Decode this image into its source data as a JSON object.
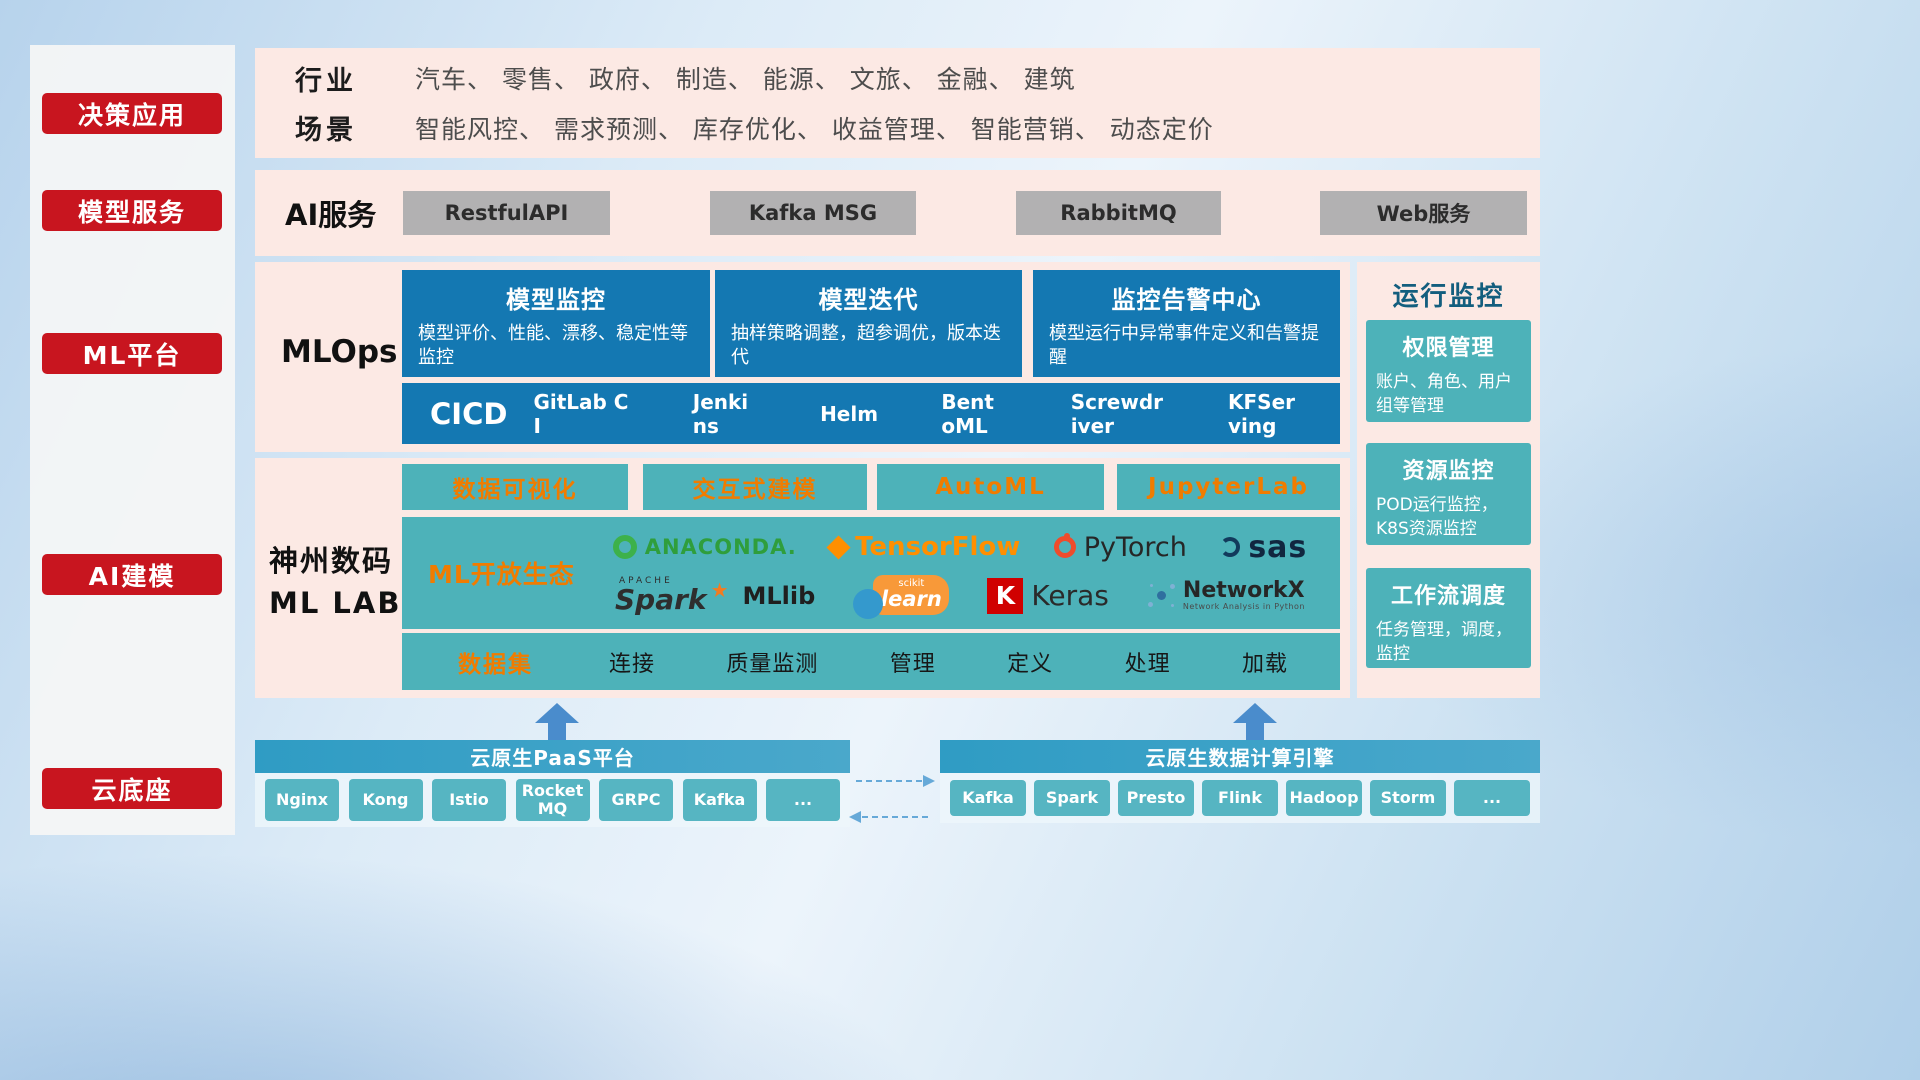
{
  "colors": {
    "accent_red": "#c8151f",
    "panel_pink": "#fce9e4",
    "card_blue": "#1478b2",
    "teal": "#4db2b9",
    "orange": "#f07c00",
    "bar_blue": "#3a9fc6",
    "chip_teal": "#56b5c2",
    "gray_button": "#b2b1b2"
  },
  "sidebar": {
    "items": [
      {
        "label": "决策应用"
      },
      {
        "label": "模型服务"
      },
      {
        "label": "ML平台"
      },
      {
        "label": "AI建模"
      },
      {
        "label": "云底座"
      }
    ]
  },
  "industry": {
    "rows": [
      {
        "label": "行业",
        "content": "汽车、 零售、 政府、 制造、 能源、 文旅、 金融、 建筑"
      },
      {
        "label": "场景",
        "content": "智能风控、 需求预测、 库存优化、 收益管理、 智能营销、 动态定价"
      }
    ]
  },
  "ai_service": {
    "label": "AI服务",
    "buttons": [
      "RestfulAPI",
      "Kafka MSG",
      "RabbitMQ",
      "Web服务"
    ]
  },
  "mlops": {
    "label": "MLOps",
    "cards": [
      {
        "title": "模型监控",
        "desc": "模型评价、性能、漂移、稳定性等监控"
      },
      {
        "title": "模型迭代",
        "desc": "抽样策略调整，超参调优，版本迭代"
      },
      {
        "title": "监控告警中心",
        "desc": "模型运行中异常事件定义和告警提醒"
      }
    ],
    "cicd_label": "CICD",
    "cicd_tools": [
      "GitLab CI",
      "Jenkins",
      "Helm",
      "BentoML",
      "Screwdriver",
      "KFServing"
    ]
  },
  "mllab": {
    "org_line1": "神州数码",
    "org_line2": "ML LAB",
    "tools": [
      "数据可视化",
      "交互式建模",
      "AutoML",
      "JupyterLab"
    ],
    "ecosystem_label": "ML开放生态",
    "logos": {
      "anaconda": "ANACONDA.",
      "tensorflow": "TensorFlow",
      "pytorch": "PyTorch",
      "sas": "sas",
      "apache": "APACHE",
      "spark": "Spark",
      "mllib": "MLlib",
      "scikit": "scikit",
      "learn": "learn",
      "keras_k": "K",
      "keras": "Keras",
      "networkx": "NetworkX",
      "networkx_sub": "Network Analysis in Python"
    },
    "dataset_label": "数据集",
    "dataset_items": [
      "连接",
      "质量监测",
      "管理",
      "定义",
      "处理",
      "加载"
    ]
  },
  "monitoring": {
    "title": "运行监控",
    "cards": [
      {
        "title": "权限管理",
        "desc": "账户、角色、用户组等管理"
      },
      {
        "title": "资源监控",
        "desc": "POD运行监控，K8S资源监控"
      },
      {
        "title": "工作流调度",
        "desc": "任务管理，调度，监控"
      }
    ]
  },
  "bottom": {
    "paas": {
      "title": "云原生PaaS平台",
      "items": [
        "Nginx",
        "Kong",
        "Istio",
        "RocketMQ",
        "GRPC",
        "Kafka",
        "..."
      ]
    },
    "engine": {
      "title": "云原生数据计算引擎",
      "items": [
        "Kafka",
        "Spark",
        "Presto",
        "Flink",
        "Hadoop",
        "Storm",
        "..."
      ]
    }
  }
}
